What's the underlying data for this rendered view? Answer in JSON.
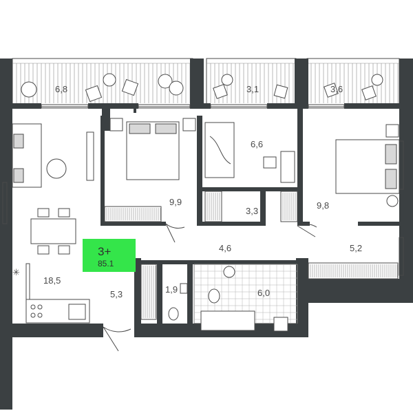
{
  "plan": {
    "badge": {
      "rooms": "3+",
      "area": "85.1",
      "color": "#34e54a"
    },
    "rooms": {
      "balcony_left": "6,8",
      "balcony_middle": "3,1",
      "balcony_right": "3,6",
      "living_kitchen": "18,5",
      "bedroom_center": "9,9",
      "bathroom_top": "6,6",
      "wardrobe": "3,3",
      "bedroom_right": "9,8",
      "hall": "4,6",
      "corridor_right": "5,2",
      "entrance": "5,3",
      "toilet": "1,9",
      "bathroom_bottom": "6,0"
    },
    "wall_color": "#3b4042"
  }
}
